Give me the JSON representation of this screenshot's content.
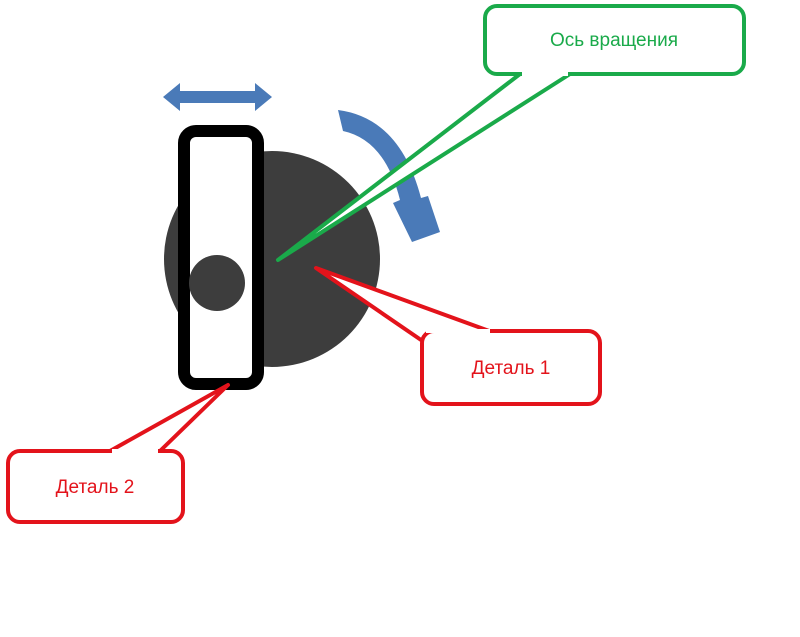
{
  "labels": {
    "axis": "Ось вращения",
    "part1": "Деталь 1",
    "part2": "Деталь 2"
  },
  "colors": {
    "axis": "#1aaa4a",
    "part": "#e3131b",
    "arrow": "#4a7ab8",
    "disk": "#3d3d3d",
    "frame": "#000000"
  }
}
